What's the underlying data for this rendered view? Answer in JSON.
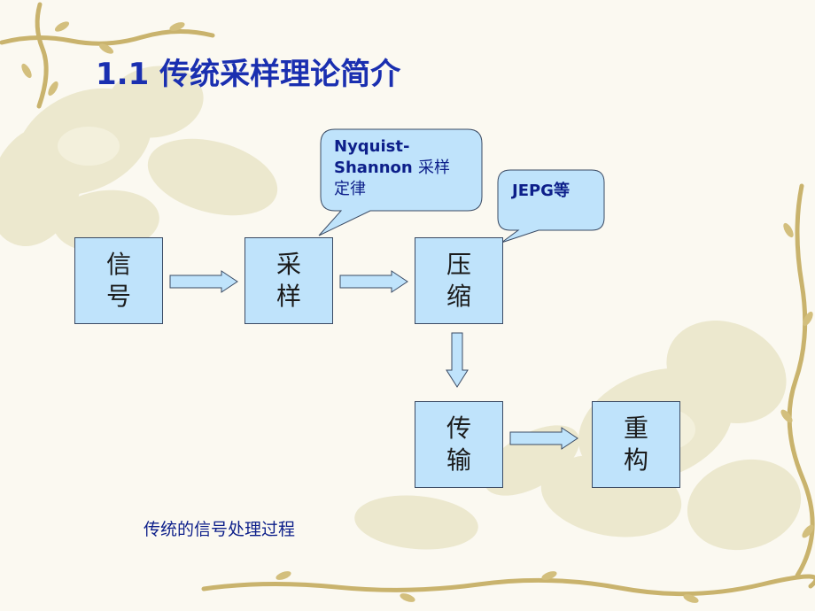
{
  "title": "1.1 传统采样理论简介",
  "nodes": {
    "signal": [
      "信",
      "号"
    ],
    "sampling": [
      "采",
      "样"
    ],
    "compression": [
      "压",
      "缩"
    ],
    "transmission": [
      "传",
      "输"
    ],
    "reconstruction": [
      "重",
      "构"
    ]
  },
  "callouts": {
    "sampling_theorem": {
      "line1": "Nyquist-",
      "line2_bold": "Shannon ",
      "line2_normal": "采样",
      "line3": "定律"
    },
    "compression_standard": {
      "text": "JEPG等"
    }
  },
  "caption": "传统的信号处理过程",
  "colors": {
    "title": "#1a2fb0",
    "box_fill": "#bfe3fb",
    "box_border": "#3a4a63",
    "callout_text": "#0d1f8a",
    "caption": "#0d1f8a"
  }
}
